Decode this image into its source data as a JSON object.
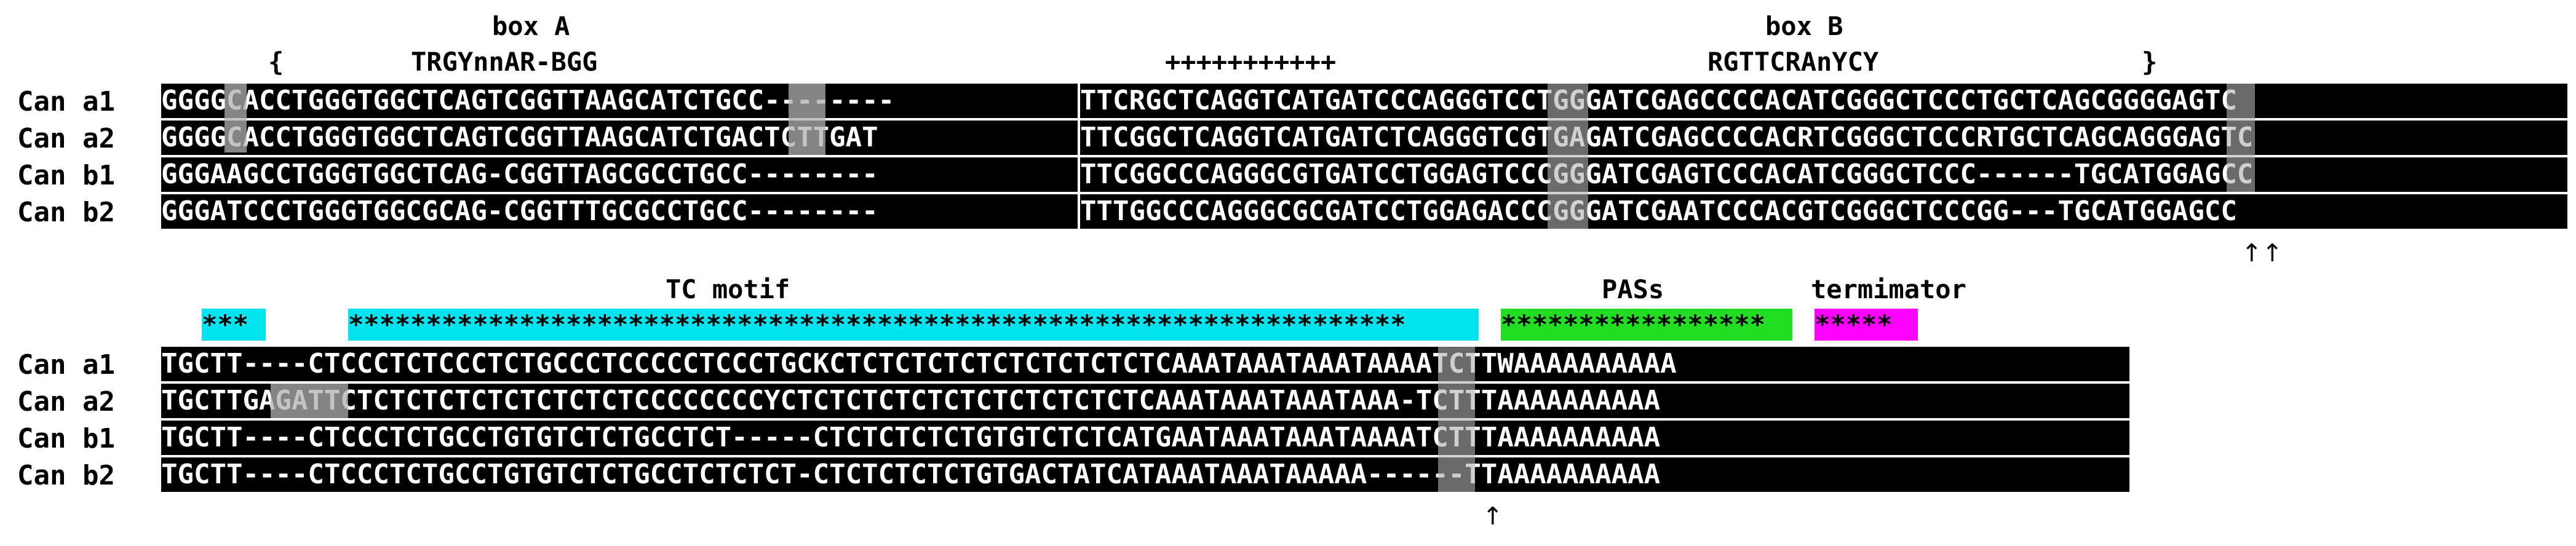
{
  "block1": {
    "annotations": {
      "box_a": "box A",
      "box_b": "box B",
      "brace_open": "{",
      "brace_close": "}",
      "box_a_consensus": "TRGYnnAR-BGG",
      "plus_marks": "+++++++++++",
      "box_b_consensus": "RGTTCRAnYCY"
    },
    "rows": [
      {
        "label": "Can a1",
        "seq_left": "GGGGCACCTGGGTGGCTCAGTCGGTTAAGCATCTGCC--------",
        "seq_right": "TTCRGCTCAGGTCATGATCCCAGGGTCCTGGGATCGAGCCCCACATCGGGCTCCCTGCTCAGCGGGGAGTC"
      },
      {
        "label": "Can a2",
        "seq_left": "GGGGCACCTGGGTGGCTCAGTCGGTTAAGCATCTGACTCTTGAT",
        "seq_right": "TTCGGCTCAGGTCATGATCTCAGGGTCGTGAGATCGAGCCCCACRTCGGGCTCCCRTGCTCAGCAGGGAGTC"
      },
      {
        "label": "Can b1",
        "seq_left": "GGGAAGCCTGGGTGGCTCAG-CGGTTAGCGCCTGCC--------",
        "seq_right": "TTCGGCCCAGGGCGTGATCCTGGAGTCCCGGGATCGAGTCCCACATCGGGCTCCC------TGCATGGAGCC"
      },
      {
        "label": "Can b2",
        "seq_left": "GGGATCCCTGGGTGGCGCAG-CGGTTTGCGCCTGCC--------",
        "seq_right": "TTTGGCCCAGGGCGCGATCCTGGAGACCCGGGATCGAATCCCACGTCGGGCTCCCGG---TGCATGGAGCC"
      }
    ],
    "arrow_marks": "↑↑"
  },
  "block2": {
    "annotations": {
      "stars_short": "***",
      "stars_tc": "********************************************************************",
      "tc_label": "TC motif",
      "stars_pas": "*****************",
      "pas_label": "PASs",
      "stars_term": "*****",
      "term_label": "termimator"
    },
    "rows": [
      {
        "label": "Can a1",
        "seq": "TGCTT----CTCCCTCTCCCTCTGCCCTCCCCCTCCCTGCKCTCTCTCTCTCTCTCTCTCTCAAATAAATAAATAAAATCTTWAAAAAAAAAA"
      },
      {
        "label": "Can a2",
        "seq": "TGCTTGAGATTCTCTCTCTCTCTCTCTCTCCCCCCCCYCTCTCTCTCTCTCTCTCTCTCTCAAATAAATAAATAAA-TCTTTAAAAAAAAAA"
      },
      {
        "label": "Can b1",
        "seq": "TGCTT----CTCCCTCTGCCTGTGTCTCTGCCTCT-----CTCTCTCTCTGTGTCTCTCATGAATAAATAAATAAAATCTTTAAAAAAAAAA"
      },
      {
        "label": "Can b2",
        "seq": "TGCTT----CTCCCTCTGCCTGTGTCTCTGCCTCTCTCT-CTCTCTCTCTGTGACTATCATAAATAAATAAAAA------TTAAAAAAAAAA"
      }
    ],
    "arrow_mark": "↑"
  },
  "colors": {
    "black": "#000000",
    "gray": "#b0b0b0",
    "cyan": "#00e5f0",
    "green": "#22dd22",
    "magenta": "#ff00ff",
    "orange": "#f0a000"
  }
}
